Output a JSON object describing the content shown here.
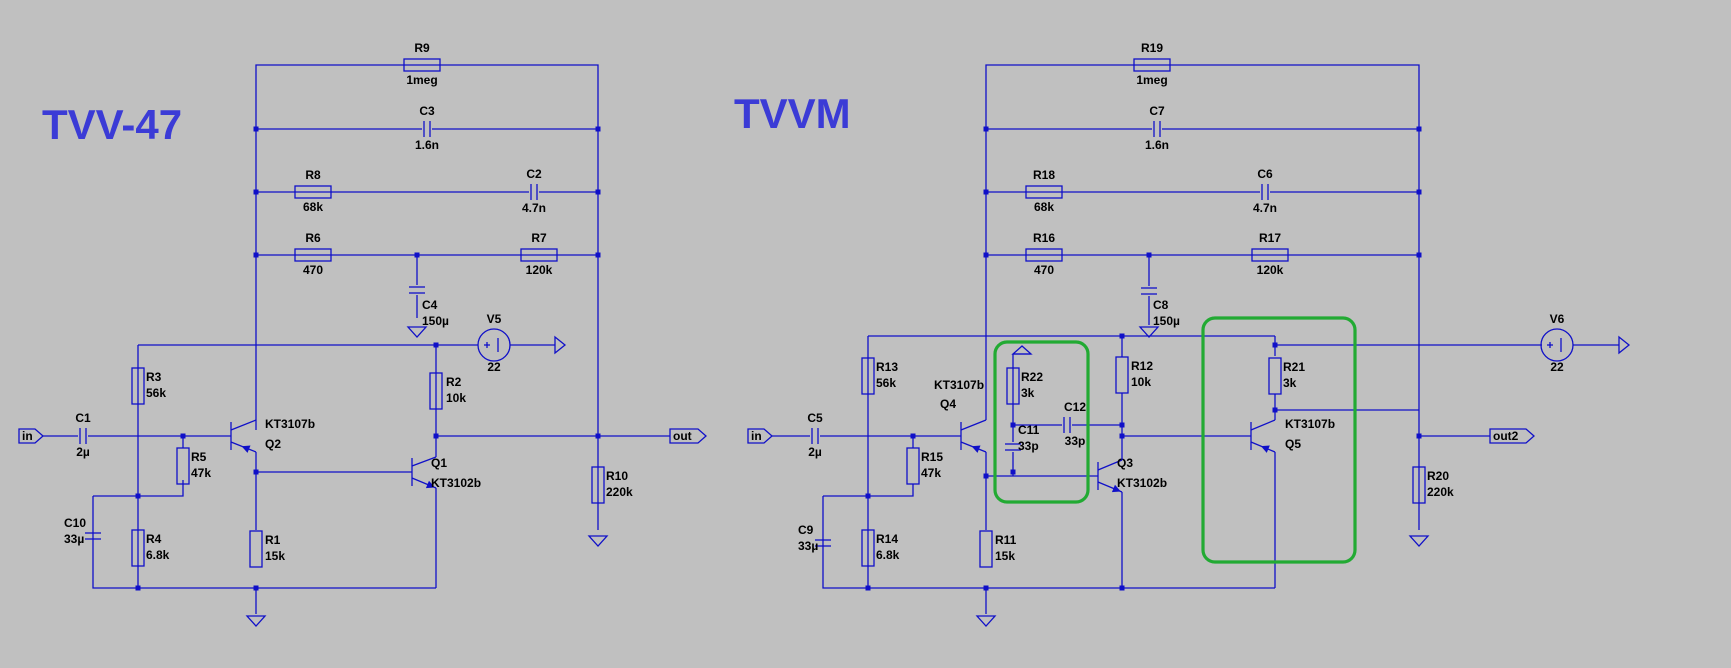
{
  "titles": {
    "left": "TVV-47",
    "right": "TVVM"
  },
  "colors": {
    "background": "#c0c0c0",
    "wire": "#1010c8",
    "title": "#3b3bd6",
    "highlight": "#22aa33"
  },
  "components": {
    "R9": {
      "name": "R9",
      "value": "1meg"
    },
    "C3": {
      "name": "C3",
      "value": "1.6n"
    },
    "R8": {
      "name": "R8",
      "value": "68k"
    },
    "C2": {
      "name": "C2",
      "value": "4.7n"
    },
    "R6": {
      "name": "R6",
      "value": "470"
    },
    "R7": {
      "name": "R7",
      "value": "120k"
    },
    "C4": {
      "name": "C4",
      "value": "150µ"
    },
    "V5": {
      "name": "V5",
      "value": "22"
    },
    "R3": {
      "name": "R3",
      "value": "56k"
    },
    "R2": {
      "name": "R2",
      "value": "10k"
    },
    "C1": {
      "name": "C1",
      "value": "2µ"
    },
    "R5": {
      "name": "R5",
      "value": "47k"
    },
    "Q2": {
      "name": "Q2",
      "value": "KT3107b"
    },
    "Q1": {
      "name": "Q1",
      "value": "KT3102b"
    },
    "C10": {
      "name": "C10",
      "value": "33µ"
    },
    "R4": {
      "name": "R4",
      "value": "6.8k"
    },
    "R1": {
      "name": "R1",
      "value": "15k"
    },
    "R10": {
      "name": "R10",
      "value": "220k"
    },
    "R19": {
      "name": "R19",
      "value": "1meg"
    },
    "C7": {
      "name": "C7",
      "value": "1.6n"
    },
    "R18": {
      "name": "R18",
      "value": "68k"
    },
    "C6": {
      "name": "C6",
      "value": "4.7n"
    },
    "R16": {
      "name": "R16",
      "value": "470"
    },
    "R17": {
      "name": "R17",
      "value": "120k"
    },
    "C8": {
      "name": "C8",
      "value": "150µ"
    },
    "V6": {
      "name": "V6",
      "value": "22"
    },
    "R13": {
      "name": "R13",
      "value": "56k"
    },
    "R22": {
      "name": "R22",
      "value": "3k"
    },
    "C11": {
      "name": "C11",
      "value": "33p"
    },
    "C12": {
      "name": "C12",
      "value": "33p"
    },
    "R12": {
      "name": "R12",
      "value": "10k"
    },
    "R21": {
      "name": "R21",
      "value": "3k"
    },
    "Q4": {
      "name": "Q4",
      "value": "KT3107b"
    },
    "Q3": {
      "name": "Q3",
      "value": "KT3102b"
    },
    "Q5": {
      "name": "Q5",
      "value": "KT3107b"
    },
    "C5": {
      "name": "C5",
      "value": "2µ"
    },
    "R15": {
      "name": "R15",
      "value": "47k"
    },
    "C9": {
      "name": "C9",
      "value": "33µ"
    },
    "R14": {
      "name": "R14",
      "value": "6.8k"
    },
    "R11": {
      "name": "R11",
      "value": "15k"
    },
    "R20": {
      "name": "R20",
      "value": "220k"
    }
  },
  "ports": {
    "in_left": "in",
    "out_left": "out",
    "in_right": "in",
    "out_right": "out2"
  }
}
